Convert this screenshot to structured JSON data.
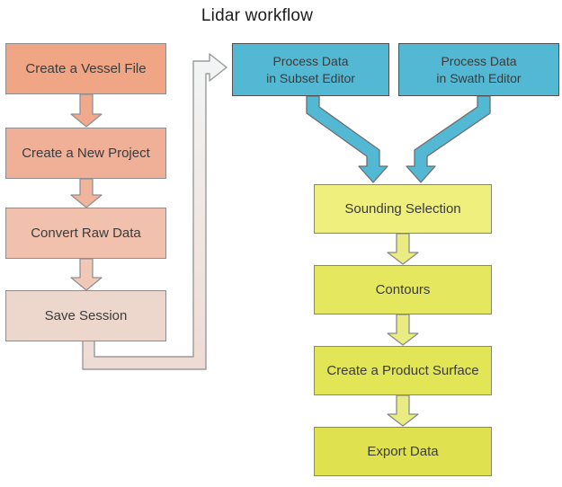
{
  "title": "Lidar workflow",
  "colors": {
    "background": "#FFFFFF",
    "text": "#3B3B3B",
    "title_text": "#1C1C1C",
    "box_border_grey": "#8D8D8D",
    "blue_box_border": "#4F4F4F",
    "blue": "#53B8D4",
    "arrow_outline": "#919191",
    "salmon_arrow_1": "#EFA98C",
    "salmon_arrow_2": "#F0B59C",
    "salmon_arrow_3": "#F1C8B6",
    "yellow_arrow": "#E9EB83",
    "swoosh_gradient_top": "#F2F5F6",
    "swoosh_gradient_bottom": "#EEDBD3"
  },
  "left_flow": {
    "boxes": [
      {
        "label": "Create a Vessel File",
        "fill": "#F0A585"
      },
      {
        "label": "Create a New Project",
        "fill": "#F0AF97"
      },
      {
        "label": "Convert Raw Data",
        "fill": "#F2C1AD"
      },
      {
        "label": "Save Session",
        "fill": "#EDD7CD"
      }
    ]
  },
  "top_flow": {
    "boxes": [
      {
        "line1": "Process Data",
        "line2": "in Subset Editor",
        "fill": "#53B8D4"
      },
      {
        "line1": "Process Data",
        "line2": "in Swath Editor",
        "fill": "#53B8D4"
      }
    ]
  },
  "right_flow": {
    "boxes": [
      {
        "label": "Sounding Selection",
        "fill": "#EEEF7C"
      },
      {
        "label": "Contours",
        "fill": "#E5E75F"
      },
      {
        "label": "Create a Product Surface",
        "fill": "#E1E556"
      },
      {
        "label": "Export Data",
        "fill": "#DFE24E"
      }
    ]
  }
}
